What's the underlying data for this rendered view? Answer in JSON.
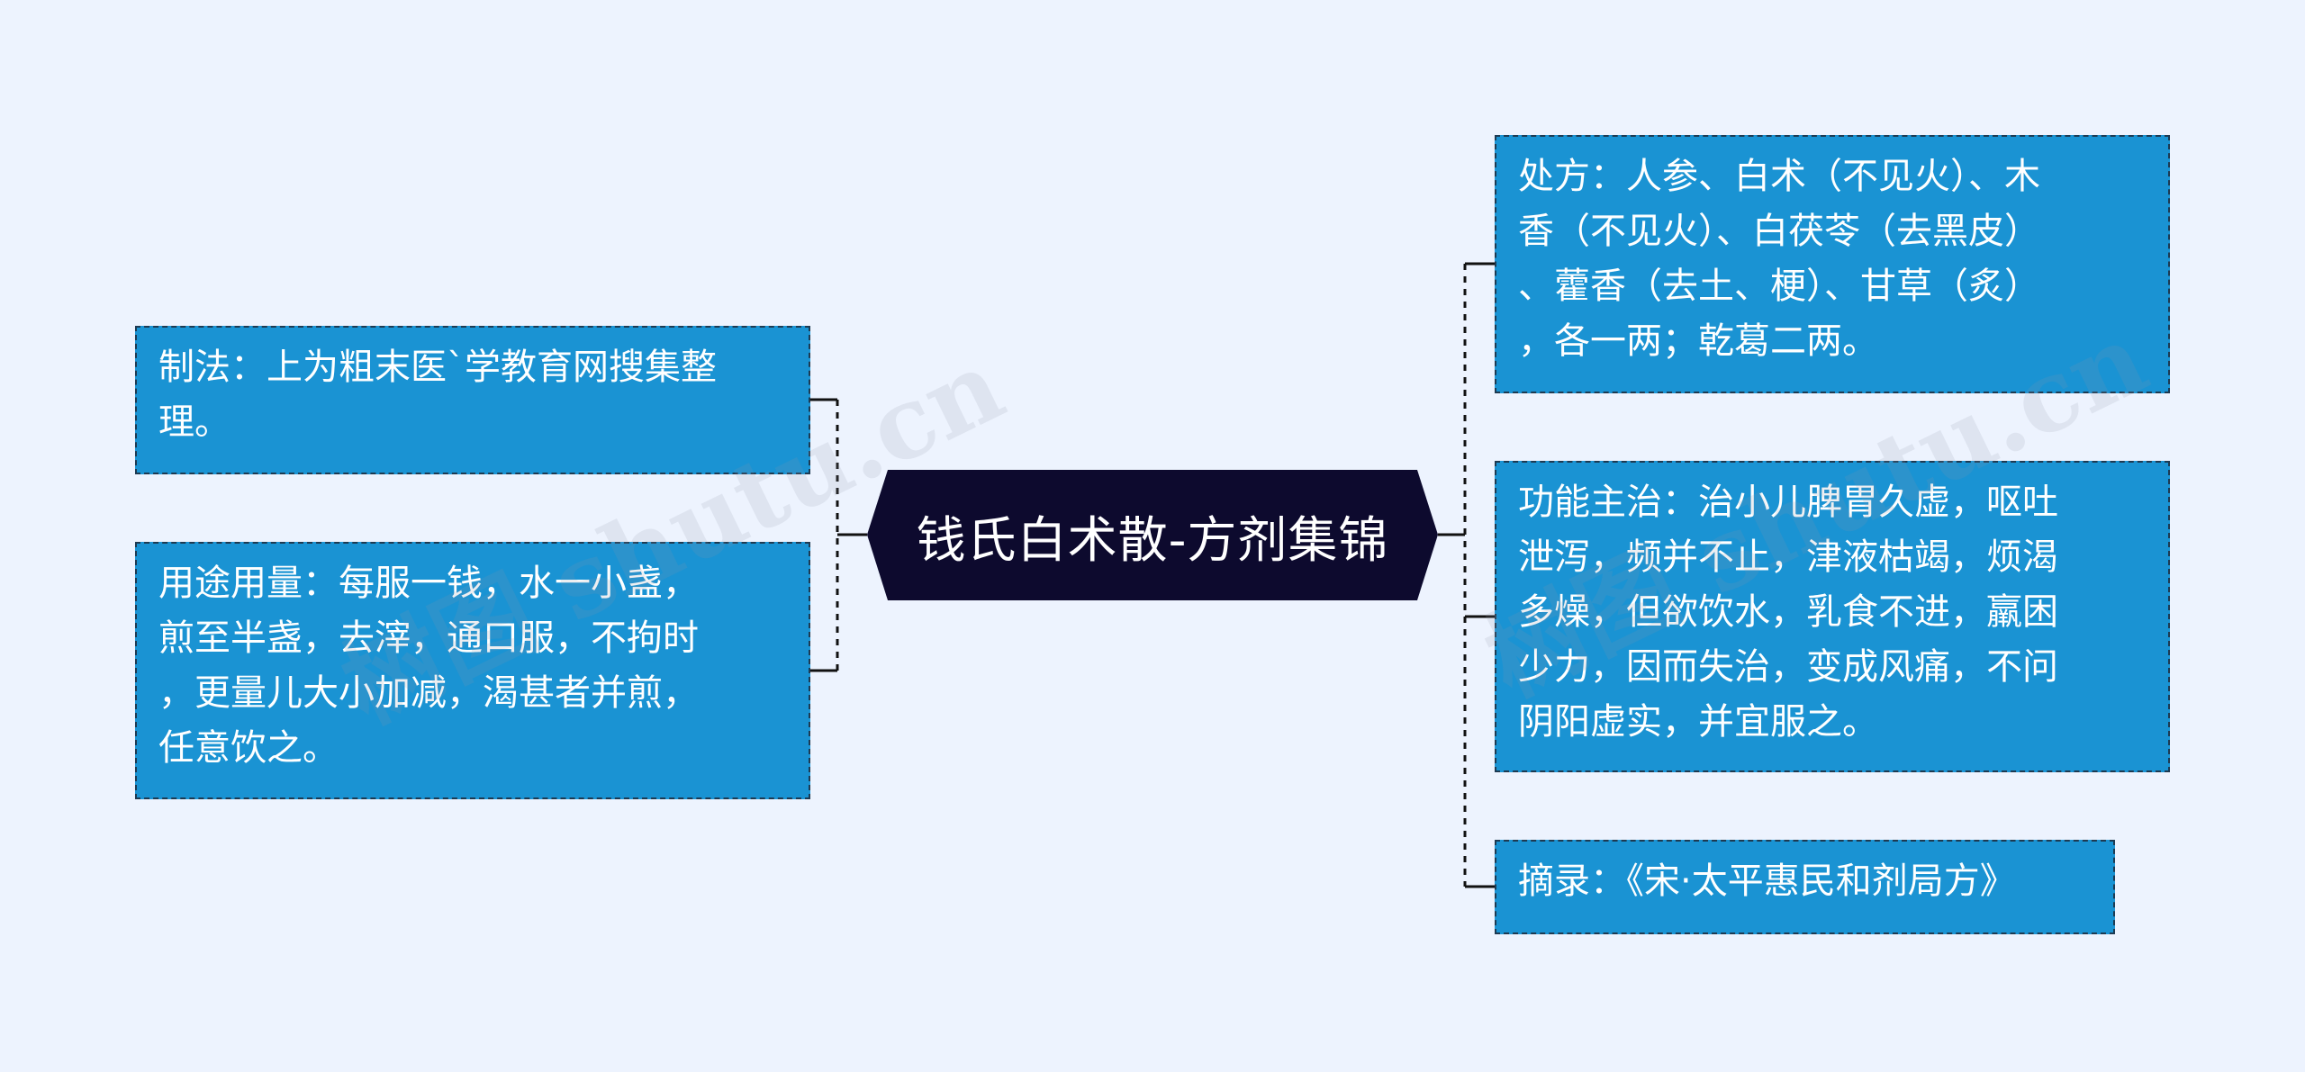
{
  "center": {
    "title": "钱氏白术散-方剂集锦"
  },
  "left_nodes": [
    {
      "text": "制法：上为粗末医`学教育网搜集整\n理。"
    },
    {
      "text": "用途用量：每服一钱，水一小盏，\n煎至半盏，去滓，通口服，不拘时\n，更量儿大小加减，渴甚者并煎，\n任意饮之。"
    }
  ],
  "right_nodes": [
    {
      "text": "处方：人参、白术（不见火）、木\n香（不见火）、白茯苓（去黑皮）\n、藿香（去土、梗）、甘草（炙）\n，各一两；乾葛二两。"
    },
    {
      "text": "功能主治：治小儿脾胃久虚，呕吐\n泄泻，频并不止，津液枯竭，烦渴\n多燥，但欲饮水，乳食不进，羸困\n少力，因而失治，变成风痛，不问\n阴阳虚实，并宜服之。"
    },
    {
      "text": "摘录：《宋·太平惠民和剂局方》"
    }
  ],
  "watermark": {
    "text": "树图 shutu.cn"
  },
  "colors": {
    "background": "#edf3fe",
    "node_fill": "#1a93d3",
    "node_border": "#1d3a52",
    "center_fill": "#0d0a2e",
    "connector": "#111111"
  }
}
